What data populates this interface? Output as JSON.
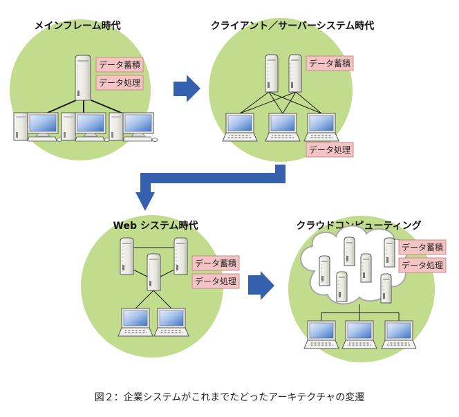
{
  "colors": {
    "circle": "#c2dc8e",
    "arrow": "#3560ae",
    "label_fill": "#f4c4c4",
    "label_stroke": "#c98a8a",
    "line": "#1a1a1a",
    "cloud": "#ffffff",
    "cloud_stroke": "#a7a7a7"
  },
  "panels": {
    "mainframe": {
      "title": "メインフレーム時代",
      "labels": [
        "データ蓄積",
        "データ処理"
      ]
    },
    "client_server": {
      "title": "クライアント／サーバーシステム時代",
      "labels": [
        "データ蓄積",
        "データ処理"
      ]
    },
    "web": {
      "title": "Web システム時代",
      "labels": [
        "データ蓄積",
        "データ処理"
      ]
    },
    "cloud": {
      "title": "クラウドコンピューティング",
      "labels": [
        "データ蓄積",
        "データ処理"
      ]
    }
  },
  "caption": "図２：企業システムがこれまでたどったアーキテクチャの変遷"
}
